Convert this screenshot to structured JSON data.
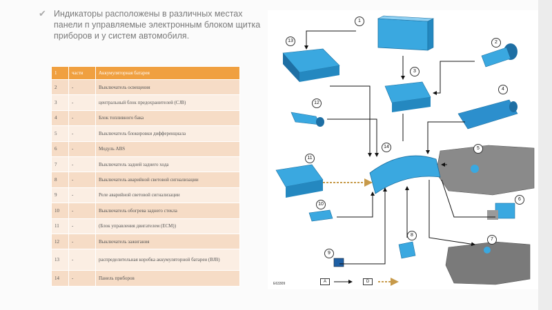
{
  "header": {
    "check_icon": "check-mark-icon",
    "text": "Индикаторы расположены в различных местах панели п управляемые электронным блоком щитка приборов и у систем автомобиля."
  },
  "table": {
    "headers": [
      "1",
      "части",
      "Аккумуляторная батарея"
    ],
    "rows": [
      {
        "num": "2",
        "part": "-",
        "desc": "Выключатель освещения"
      },
      {
        "num": "3",
        "part": "-",
        "desc": "центральный блок предохранителей (CJB)"
      },
      {
        "num": "4",
        "part": "-",
        "desc": "Блок топливного бака"
      },
      {
        "num": "5",
        "part": "-",
        "desc": "Выключатель блокировки дифференциала"
      },
      {
        "num": "6",
        "part": "-",
        "desc": "Модуль ABS"
      },
      {
        "num": "7",
        "part": "-",
        "desc": "Выключатель задней заднего хода"
      },
      {
        "num": "8",
        "part": "-",
        "desc": "Выключатель аварийной световой сигнализации"
      },
      {
        "num": "9",
        "part": "-",
        "desc": "Реле аварийной световой сигнализации"
      },
      {
        "num": "10",
        "part": "-",
        "desc": "Выключатель обогрева заднего стекла"
      },
      {
        "num": "11",
        "part": "-",
        "desc": "(Блок управления двигателем (ECM))"
      },
      {
        "num": "12",
        "part": "-",
        "desc": "Выключатель зажигания"
      },
      {
        "num": "13",
        "part": "-",
        "desc": "распределительная коробка аккумуляторной батареи (BJB)"
      },
      {
        "num": "14",
        "part": "-",
        "desc": "Панель приборов"
      }
    ]
  },
  "diagram": {
    "figure_code": "E63309",
    "legend_a": "A",
    "legend_d": "D",
    "part_color": "#3aa8e0",
    "engine_color": "#7a7a7a",
    "callouts": [
      "1",
      "2",
      "3",
      "4",
      "5",
      "6",
      "7",
      "8",
      "9",
      "10",
      "11",
      "12",
      "13",
      "14"
    ]
  }
}
